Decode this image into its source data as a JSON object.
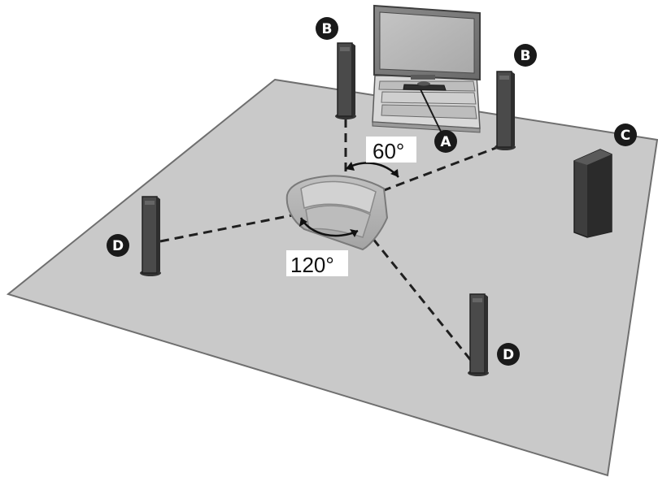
{
  "markers": {
    "a": "A",
    "b_left": "B",
    "b_right": "B",
    "c": "C",
    "d_left": "D",
    "d_right": "D"
  },
  "angles": {
    "front": "60°",
    "rear": "120°"
  },
  "colors": {
    "floor": "#c9c9c9",
    "floor_edge": "#6f6f6f",
    "speaker": "#4a4a4a",
    "marker": "#1a1a1a",
    "dash": "#1f1f1f"
  }
}
